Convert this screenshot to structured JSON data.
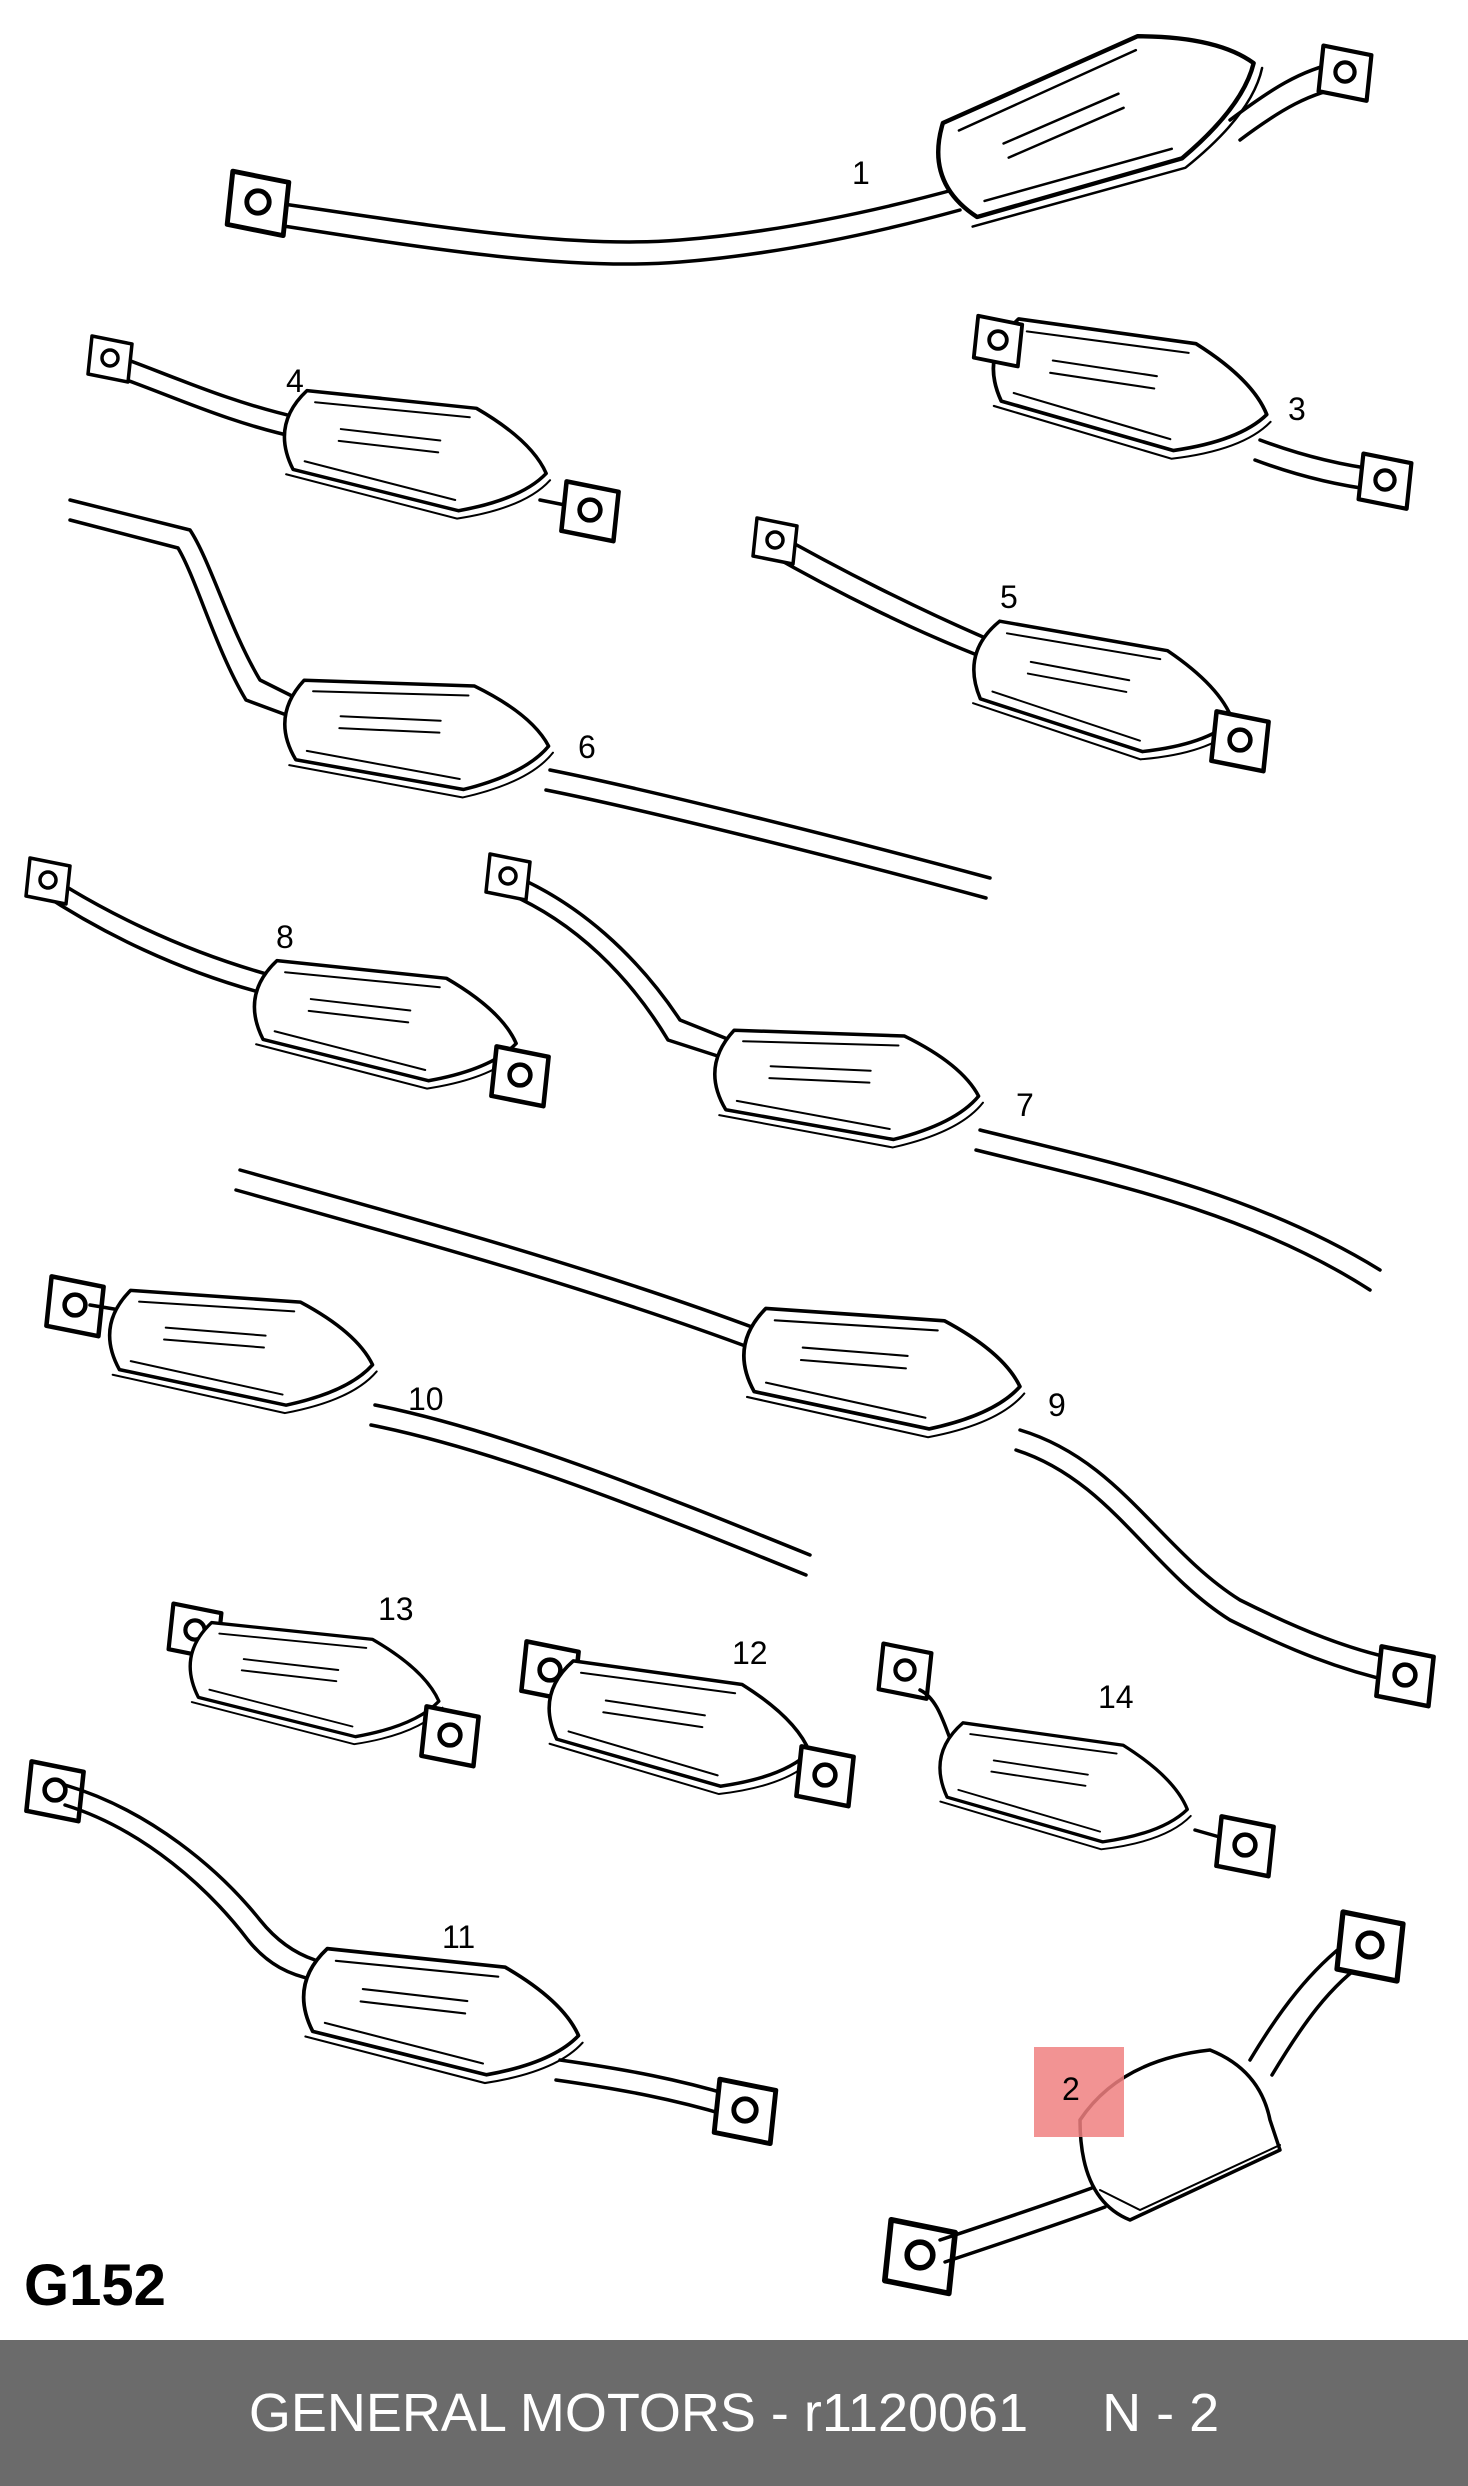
{
  "diagram": {
    "code": "G152",
    "highlight_color": "#f08080",
    "highlighted_part": "2",
    "parts": [
      {
        "id": "p1",
        "label": "1"
      },
      {
        "id": "p2",
        "label": "2"
      },
      {
        "id": "p3",
        "label": "3"
      },
      {
        "id": "p4",
        "label": "4"
      },
      {
        "id": "p5",
        "label": "5"
      },
      {
        "id": "p6",
        "label": "6"
      },
      {
        "id": "p7",
        "label": "7"
      },
      {
        "id": "p8",
        "label": "8"
      },
      {
        "id": "p9",
        "label": "9"
      },
      {
        "id": "p10",
        "label": "10"
      },
      {
        "id": "p11",
        "label": "11"
      },
      {
        "id": "p12",
        "label": "12"
      },
      {
        "id": "p13",
        "label": "13"
      },
      {
        "id": "p14",
        "label": "14"
      }
    ]
  },
  "footer": {
    "brand_part": "GENERAL MOTORS - r1120061",
    "position": "N - 2",
    "background": "#6b6b6b"
  }
}
